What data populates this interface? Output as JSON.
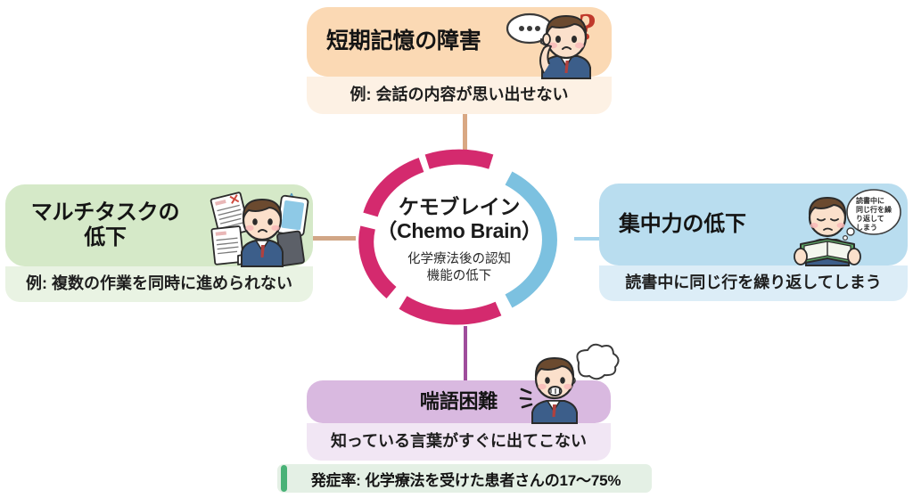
{
  "center": {
    "title_line1": "ケモブレイン",
    "title_line2": "（Chemo Brain）",
    "sub_line1": "化学療法後の認知",
    "sub_line2": "機能の低下",
    "ring_colors": [
      "#d42a6e",
      "#7cc1e0"
    ]
  },
  "cards": {
    "top": {
      "title": "短期記憶の障害",
      "caption": "例: 会話の内容が思い出せない",
      "head_color": "#fbd9b4",
      "sub_color": "#fdf1e4",
      "connector_color": "#d9a883",
      "bubble_text": "• • •",
      "mark": "?"
    },
    "left": {
      "title": "マルチタスクの\n低下",
      "caption": "例: 複数の作業を同時に進められない",
      "head_color": "#d5e9c8",
      "sub_color": "#e9f3e3",
      "connector_color": "#d1a686"
    },
    "right": {
      "title": "集中力の低下",
      "caption": "読書中に同じ行を繰り返してしまう",
      "head_color": "#b9ddef",
      "sub_color": "#dcedf7",
      "connector_color": "#a6d4ec",
      "bubble_line1": "読書中に",
      "bubble_line2": "同じ行を繰",
      "bubble_line3": "り返して",
      "bubble_line4": "しまう"
    },
    "bottom": {
      "title": "喘語困難",
      "caption": "知っている言葉がすぐに出てこない",
      "head_color": "#d9b9e0",
      "sub_color": "#f1e6f4",
      "connector_color": "#9f4d9c"
    }
  },
  "footer": {
    "text": "発症率: 化学療法を受けた患者さんの17〜75%",
    "accent_color": "#49b277",
    "background_color": "#e4f0e5"
  }
}
